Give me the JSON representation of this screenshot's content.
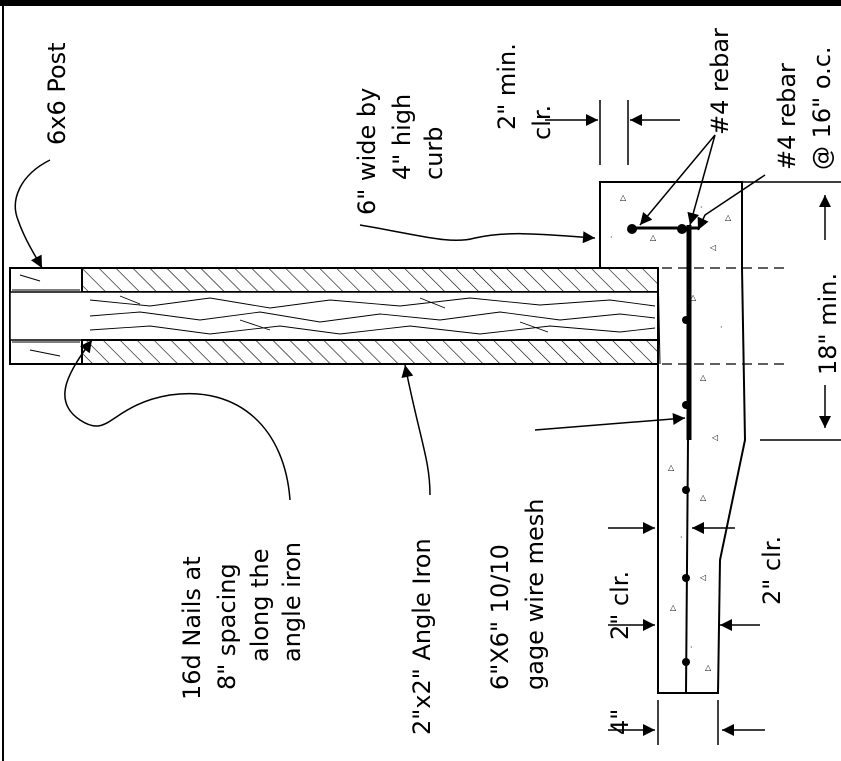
{
  "diagram": {
    "labels": {
      "post": "6x6 Post",
      "rebar_top": "#4 rebar",
      "rebar_spacing_1": "#4 rebar",
      "rebar_spacing_2": "@ 16\" o.c.",
      "clr_2min_1": "2\" min.",
      "clr_2min_2": "clr.",
      "curb_1": "6\" wide by",
      "curb_2": "4\" high",
      "curb_3": "curb",
      "min_18": "18\" min.",
      "nails_1": "16d Nails at",
      "nails_2": "8\" spacing",
      "nails_3": "along the",
      "nails_4": "angle iron",
      "angle_iron": "2\"x2\" Angle Iron",
      "mesh_1": "6\"X6\" 10/10",
      "mesh_2": "gage wire mesh",
      "clr_2_bottom": "2\" clr.",
      "clr_2_side": "2\" clr.",
      "dim_4": "4\""
    },
    "colors": {
      "line": "#000000",
      "background": "#ffffff"
    }
  }
}
